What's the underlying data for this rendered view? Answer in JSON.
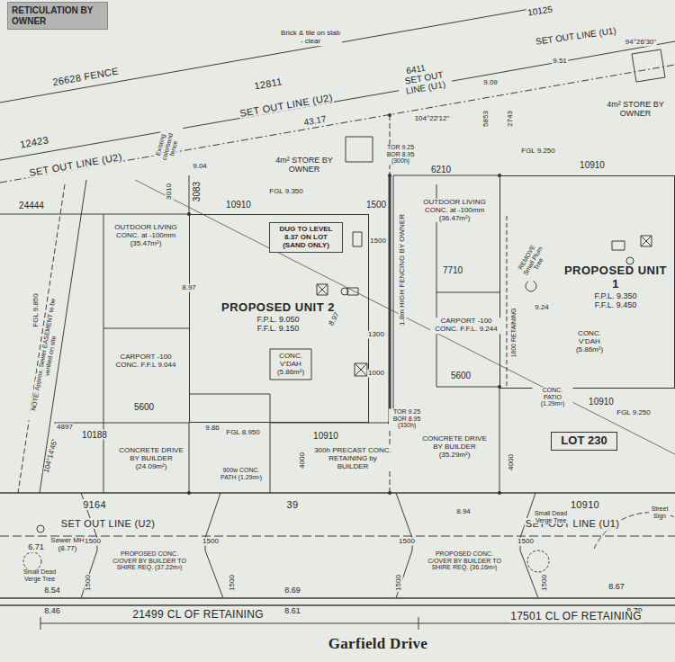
{
  "diagram": {
    "nodes": [
      {
        "text": [
          "RETICULATION BY OWNER"
        ]
      },
      {
        "text": [
          "PROPOSED UNIT 2",
          "F.P.L. 9.050",
          "F.F.L. 9.150"
        ]
      },
      {
        "text": [
          "DUG TO LEVEL 8.37 ON LOT (SAND ONLY)"
        ],
        "in": 1
      },
      {
        "text": [
          "PROPOSED UNIT 1",
          "F.P.L. 9.350",
          "F.F.L. 9.450"
        ]
      },
      {
        "text": [
          "LOT 230"
        ]
      }
    ],
    "labels": [
      "Brick & tile on slab - clear",
      "10125",
      "SET OUT LINE (U1)",
      "94°26'30\"",
      "9.51",
      "6411",
      "SET OUT LINE (U1)",
      "9.09",
      "4m² STORE BY OWNER",
      "26628 FENCE",
      "12811",
      "SET OUT LINE (U2)",
      "43.17",
      "104°22'12\"",
      "12423",
      "SET OUT LINE (U2)",
      "Existing colorbond fence",
      "9.04",
      "4m² STORE BY OWNER",
      "TOR 9.25 BOR 8.95 (300h)",
      "5853",
      "2743",
      "FGL 9.250",
      "10910",
      "6210",
      "3010",
      "3083",
      "FGL 9.350",
      "24444",
      "10910",
      "1500",
      "1500",
      "OUTDOOR LIVING CONC. at -100mm (36.47m²)",
      "OUTDOOR LIVING CONC. at -100mm (35.47m²)",
      "8.97",
      "1.8m HIGH FENCING BY OWNER",
      "7710",
      "REMOVE Small Plum Tree",
      "9.24",
      "1800 RETAINING",
      "8.97",
      "CARPORT -100 CONC. F.F.L 9.044",
      "CARPORT -100 CONC. F.F.L. 9.244",
      "1300",
      "1000",
      "5600",
      "5600",
      "CONC. V'DAH (5.86m²)",
      "CONC. V'DAH (5.86m²)",
      "CONC. PATIO (1.29m²)",
      "10910",
      "FGL 9.250",
      "FGL 9.850",
      "NOTE: Approx. Sewer EASEMENT to be verified on site",
      "4897",
      "10188",
      "104°14'45\"",
      "9.86",
      "FGL 8.950",
      "10910",
      "TOR 9.25 BOR 8.95 (330h)",
      "300h PRECAST CONC. RETAINING by BUILDER",
      "CONCRETE DRIVE BY BUILDER (24.09m²)",
      "900w CONC. PATH (1.29m²)",
      "4000",
      "CONCRETE DRIVE BY BUILDER (35.29m²)",
      "4000",
      "9164",
      "39",
      "8.94",
      "10910",
      "SET OUT LINE (U2)",
      "SET OUT LINE (U1)",
      "Street Sign",
      "6.71",
      "Sewer MH (8.77)",
      "Small Dead Verge Tree",
      "PROPOSED CONC. C/OVER BY BUILDER TO SHIRE REQ. (37.22m²)",
      "1500",
      "1500",
      "1500",
      "1500",
      "PROPOSED CONC. C/OVER BY BUILDER TO SHIRE REQ. (36.16m²)",
      "1500",
      "1500",
      "1500",
      "1500",
      "Small Dead Verge Tree",
      "8.54",
      "8.46",
      "8.69",
      "8.61",
      "8.67",
      "8.79",
      "21499 CL OF RETAINING",
      "17501 CL OF RETAINING",
      "Garfield Drive"
    ]
  }
}
